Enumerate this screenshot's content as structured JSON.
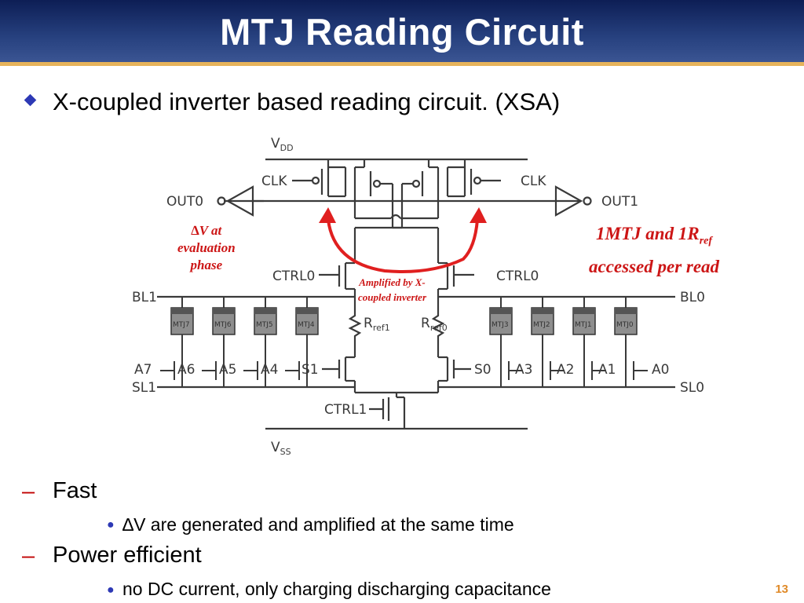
{
  "slide": {
    "title": "MTJ Reading Circuit",
    "bullet_main": "X-coupled inverter based reading circuit. (XSA)",
    "sub1": "Fast",
    "sub1_detail_symbol": "∆",
    "sub1_detail": "V are generated and amplified at the same time",
    "sub2": "Power efficient",
    "sub2_detail": "no DC current, only charging discharging capacitance",
    "page_number": "13"
  },
  "circuit": {
    "vdd": "V",
    "vdd_sub": "DD",
    "vss": "V",
    "vss_sub": "SS",
    "clk_left": "CLK",
    "clk_right": "CLK",
    "out0": "OUT0",
    "out1": "OUT1",
    "ctrl0_left": "CTRL0",
    "ctrl0_right": "CTRL0",
    "ctrl1": "CTRL1",
    "bl1": "BL1",
    "bl0": "BL0",
    "sl1": "SL1",
    "sl0": "SL0",
    "rref1": "R",
    "rref1_sub": "ref1",
    "rref0": "R",
    "rref0_sub": "ref0",
    "mtj_left": [
      "MTJ7",
      "MTJ6",
      "MTJ5",
      "MTJ4"
    ],
    "mtj_right": [
      "MTJ3",
      "MTJ2",
      "MTJ1",
      "MTJ0"
    ],
    "addr_left": [
      "A7",
      "A6",
      "A5",
      "A4",
      "S1"
    ],
    "addr_right": [
      "S0",
      "A3",
      "A2",
      "A1",
      "A0"
    ]
  },
  "annotations": {
    "delta_v_line1": "∆V at",
    "delta_v_line2": "evaluation",
    "delta_v_line3": "phase",
    "amplified_line1": "Amplified by X-",
    "amplified_line2": "coupled inverter",
    "access_line1": "1MTJ and 1R",
    "access_line1_sub": "ref",
    "access_line2": "accessed per read"
  },
  "colors": {
    "title_bar": "#1a2f6b",
    "accent_rule": "#e6b35a",
    "annotation_red": "#cc1515",
    "bullet_blue": "#2d39b5",
    "page_number": "#e08b2a"
  }
}
